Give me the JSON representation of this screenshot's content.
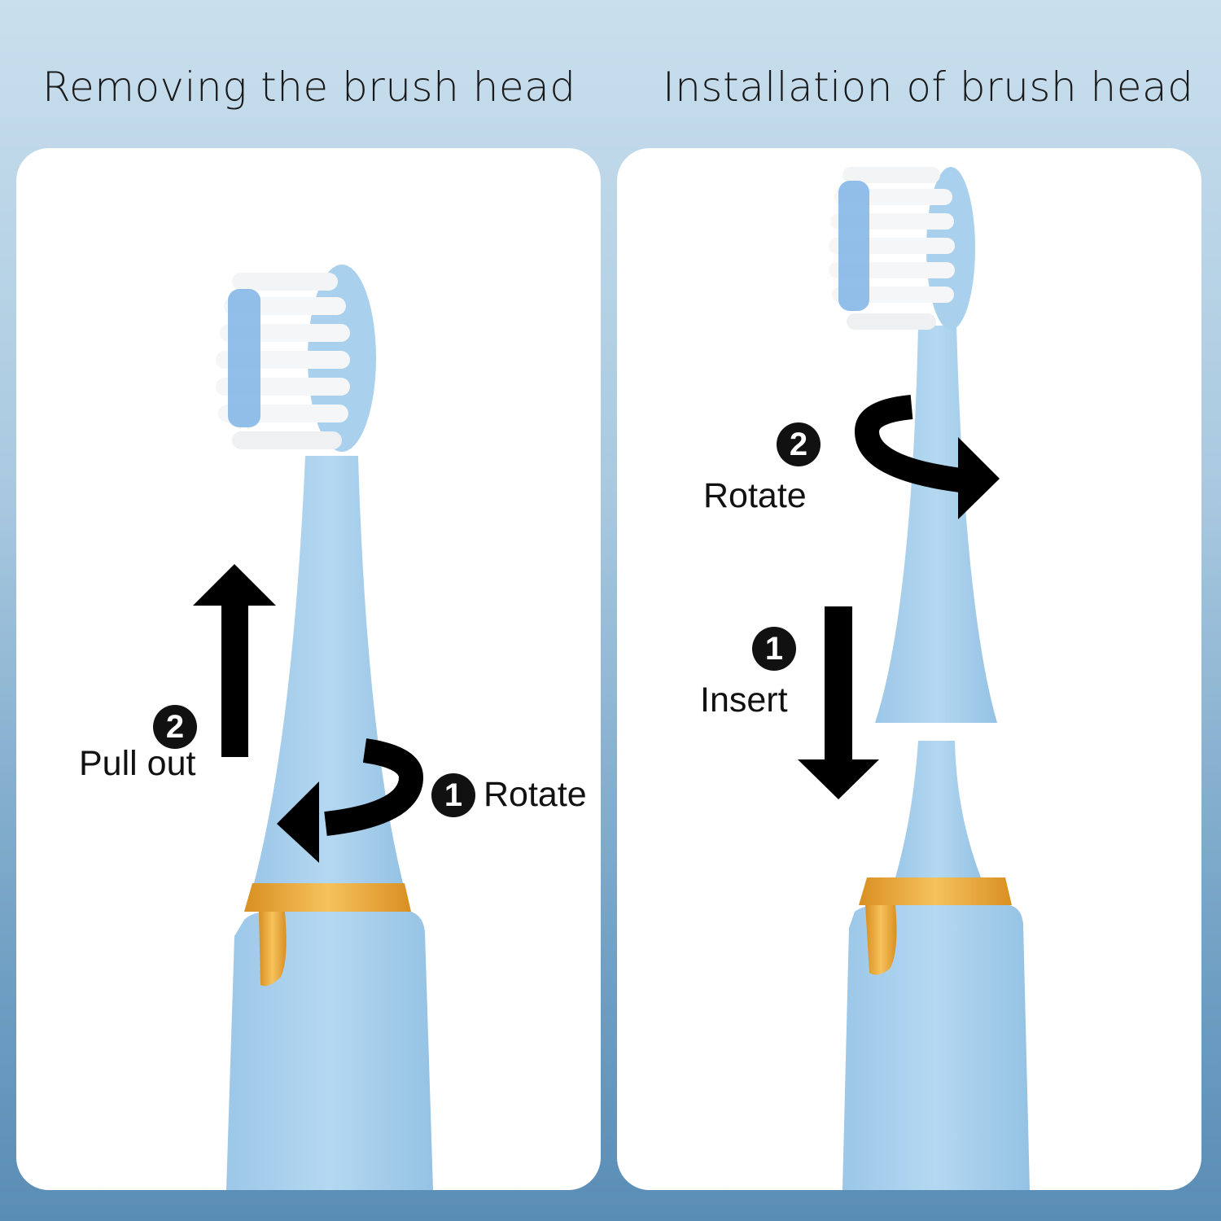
{
  "titles": {
    "left": "Removing the brush head",
    "right": "Installation of brush head"
  },
  "left_panel": {
    "step1": {
      "number": "1",
      "label": "Rotate"
    },
    "step2": {
      "number": "2",
      "label": "Pull out"
    }
  },
  "right_panel": {
    "step1": {
      "number": "1",
      "label": "Insert"
    },
    "step2": {
      "number": "2",
      "label": "Rotate"
    }
  },
  "colors": {
    "brush": "#a9d0ec",
    "gold": "#e9a93a",
    "bristle_blue": "#7fb4e6"
  }
}
